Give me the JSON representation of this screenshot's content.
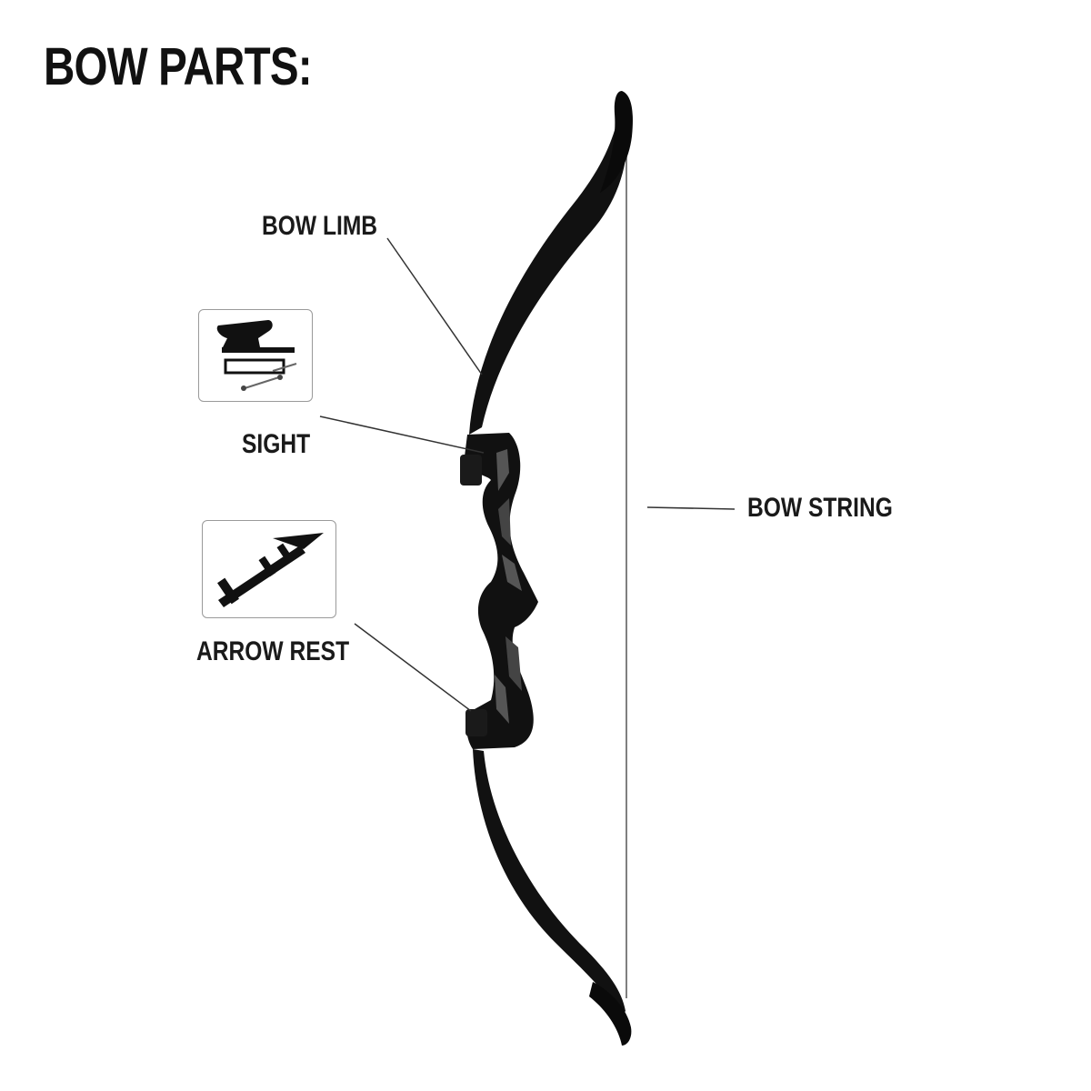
{
  "title": "BOW PARTS:",
  "labels": {
    "bow_limb": "BOW LIMB",
    "sight": "SIGHT",
    "arrow_rest": "ARROW REST",
    "bow_string": "BOW STRING"
  },
  "colors": {
    "bow": "#111111",
    "riser_highlight": "#3a3a3a",
    "leader_line": "#333333",
    "inset_border": "#9a9a9a"
  }
}
